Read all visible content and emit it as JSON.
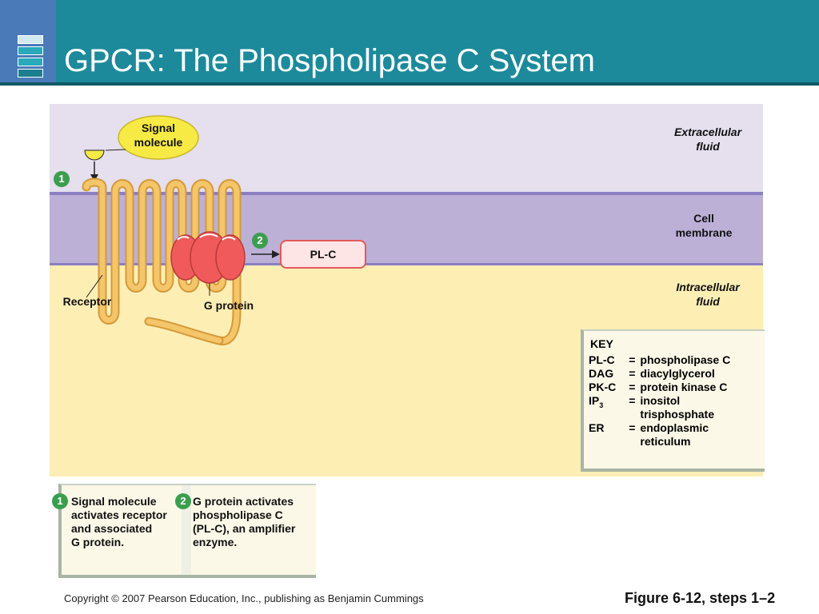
{
  "slide": {
    "title": "GPCR: The Phospholipase C System",
    "colors": {
      "header": "#1c8a9b",
      "logo": "#4a7ab8"
    }
  },
  "diagram": {
    "labels": {
      "signal_molecule": [
        "Signal",
        "molecule"
      ],
      "extracellular": [
        "Extracellular",
        "fluid"
      ],
      "cell_membrane": [
        "Cell",
        "membrane"
      ],
      "intracellular": [
        "Intracellular",
        "fluid"
      ],
      "receptor": "Receptor",
      "g_protein": "G protein",
      "plc": "PL-C"
    },
    "badges": {
      "step1": "1",
      "step2": "2"
    },
    "colors": {
      "extracellular": "#e5dfee",
      "membrane": "#bcb0d7",
      "intracellular": "#fdeeb4",
      "receptor": "#f5c56a",
      "g_protein": "#f05a5a",
      "signal": "#f7ea45",
      "badge": "#3b9e4e"
    }
  },
  "key": {
    "title": "KEY",
    "rows": [
      {
        "abbr": "PL-C",
        "eq": "=",
        "def": "phospholipase C"
      },
      {
        "abbr": "DAG",
        "eq": "=",
        "def": "diacylglycerol"
      },
      {
        "abbr": "PK-C",
        "eq": "=",
        "def": "protein kinase C"
      },
      {
        "abbr": "IP",
        "sub": "3",
        "eq": "=",
        "def": "inositol",
        "def2": "trisphosphate"
      },
      {
        "abbr": "ER",
        "eq": "=",
        "def": "endoplasmic",
        "def2": "reticulum"
      }
    ]
  },
  "steps": [
    {
      "num": "1",
      "lines": [
        "Signal molecule",
        "activates receptor",
        "and associated",
        "G protein."
      ]
    },
    {
      "num": "2",
      "lines": [
        "G protein activates",
        "phospholipase C",
        "(PL-C), an amplifier",
        "enzyme."
      ]
    }
  ],
  "footer": {
    "copyright": "Copyright © 2007 Pearson Education, Inc., publishing as Benjamin Cummings",
    "figure": "Figure 6-12, steps 1–2"
  }
}
